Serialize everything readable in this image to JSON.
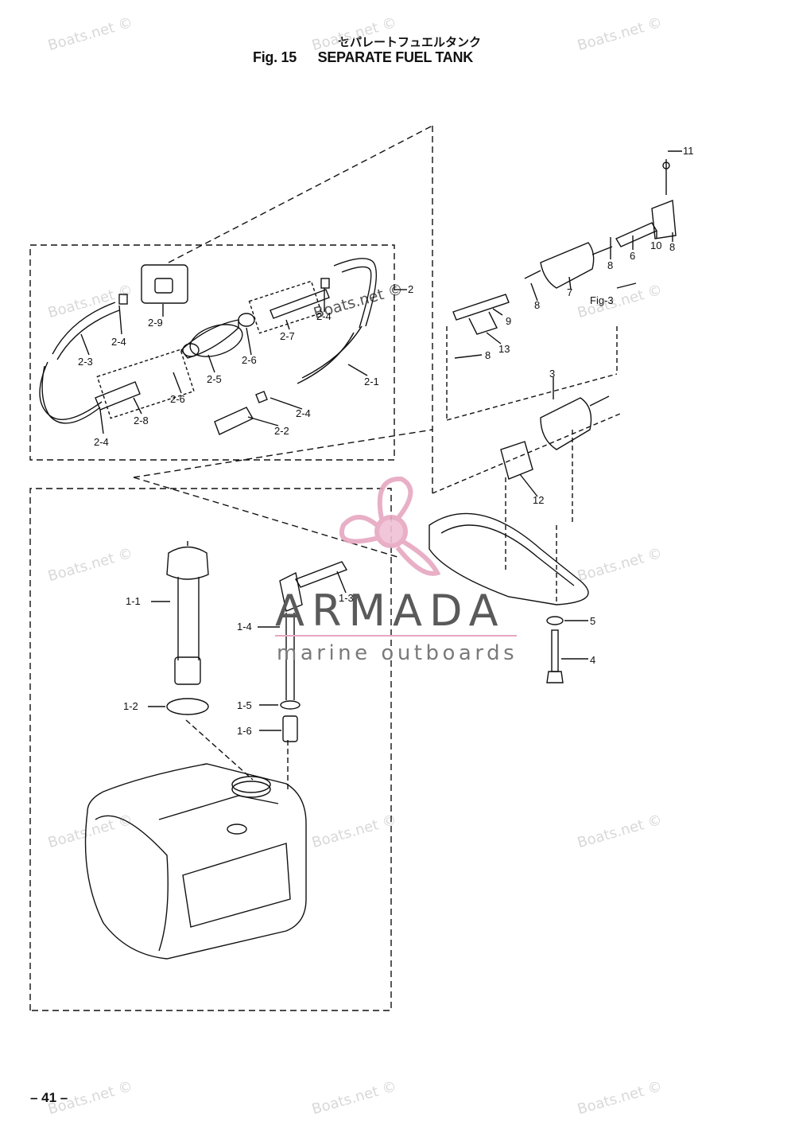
{
  "header": {
    "title_jp": "セパレートフュエルタンク",
    "fig_label": "Fig. 15",
    "title_en": "SEPARATE FUEL TANK"
  },
  "page_number": "– 41 –",
  "watermarks": {
    "text": "Boats.net ©",
    "brand": "ARMADA",
    "brand_sub": "marine outboards"
  },
  "figure_ref": "Fig-3",
  "part_labels": {
    "p1_1": "1-1",
    "p1_2": "1-2",
    "p1_3": "1-3",
    "p1_4": "1-4",
    "p1_5": "1-5",
    "p1_6": "1-6",
    "p2": "2",
    "p2_1": "2-1",
    "p2_2": "2-2",
    "p2_3": "2-3",
    "p2_4a": "2-4",
    "p2_4b": "2-4",
    "p2_4c": "2-4",
    "p2_4d": "2-4",
    "p2_5": "2-5",
    "p2_6a": "2-6",
    "p2_6b": "2-6",
    "p2_7": "2-7",
    "p2_8": "2-8",
    "p2_9": "2-9",
    "p3": "3",
    "p4": "4",
    "p5": "5",
    "p6": "6",
    "p7": "7",
    "p8a": "8",
    "p8b": "8",
    "p8c": "8",
    "p8d": "8",
    "p9": "9",
    "p10": "10",
    "p11": "11",
    "p12": "12",
    "p13": "13"
  },
  "colors": {
    "ink": "#111111",
    "watermark": "#d8d8d8",
    "brand_pink": "#e6a7c0"
  }
}
